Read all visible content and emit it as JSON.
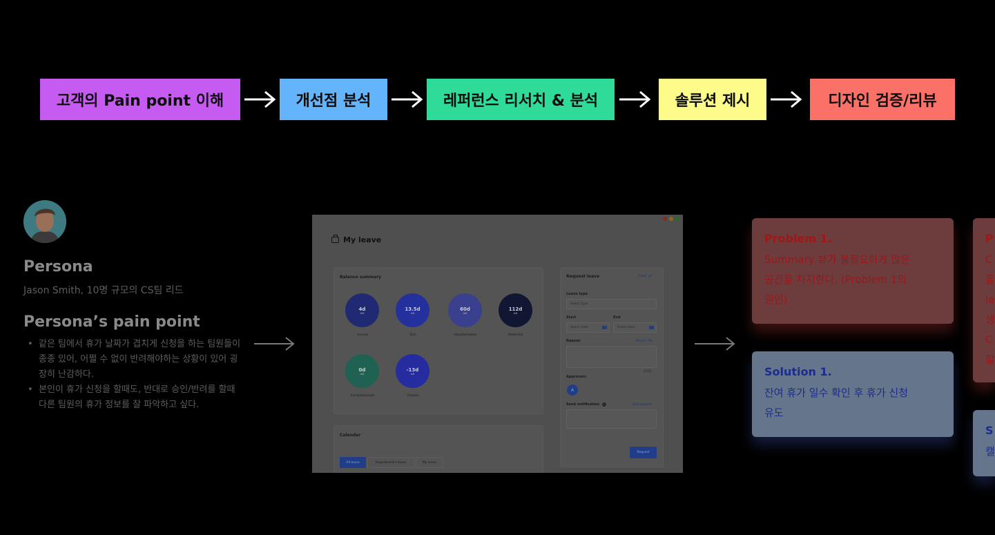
{
  "process": {
    "steps": [
      {
        "label": "고객의 Pain point 이해",
        "color": "#c65bf2"
      },
      {
        "label": "개선점 분석",
        "color": "#63b4fb"
      },
      {
        "label": "레퍼런스 리서치 & 분석",
        "color": "#2edb99"
      },
      {
        "label": "솔루션 제시",
        "color": "#fdfb8a"
      },
      {
        "label": "디자인 검증/리뷰",
        "color": "#fb7167"
      }
    ]
  },
  "persona": {
    "title": "Persona",
    "subtitle": "Jason Smith, 10명 규모의 CS팀 리드",
    "pain_title": "Persona’s pain point",
    "pain_points": [
      "같은 팀에서 휴가 날짜가 겹치게 신청을 하는 팀원들이 종종 있어, 어쩔 수 없이 반려해야하는 상황이 있어 굉장히 난감하다.",
      "본인이 휴가 신청을 할때도, 반대로 승인/반려를 할때 다른 팀원의 휴가 정보를 잘 파악하고 싶다."
    ]
  },
  "app": {
    "title": "My leave",
    "balance_title": "Balance summary",
    "balances": [
      {
        "value": "4d",
        "unit": "left",
        "label": "Annual",
        "color": "#1f2a72"
      },
      {
        "value": "13.5d",
        "unit": "left",
        "label": "Sick",
        "color": "#24309b"
      },
      {
        "value": "60d",
        "unit": "left",
        "label": "Hospitalisation",
        "color": "#3a3f8e"
      },
      {
        "value": "112d",
        "unit": "left",
        "label": "Maternity",
        "color": "#111633"
      },
      {
        "value": "0d",
        "unit": "left",
        "label": "Compassionate",
        "color": "#1f6152"
      },
      {
        "value": "-13d",
        "unit": "left",
        "label": "Unpaid",
        "color": "#242ca0"
      }
    ],
    "request": {
      "title": "Request leave",
      "clear_all": "Clear all",
      "leave_type_label": "Leave type",
      "leave_type_placeholder": "Select type",
      "start_label": "Start",
      "end_label": "End",
      "date_placeholder": "Select date",
      "reason_label": "Reason",
      "attach_file": "Attach file",
      "char_count": "0/500",
      "approvers_label": "Approvers",
      "approver_initial": "A",
      "notification_label": "Send notification",
      "add_people": "Add people",
      "submit": "Request"
    },
    "calendar": {
      "title": "Calendar",
      "tabs": [
        "All leave",
        "Department's leave",
        "My leave"
      ]
    }
  },
  "cards": {
    "problem1": {
      "title": "Problem 1.",
      "lines": [
        "Summary 뷰가 불필요하게 많은",
        "공간을 차지한다. (Problem 1의",
        "원인)"
      ]
    },
    "solution1": {
      "title": "Solution 1.",
      "lines": [
        "잔여 휴가 일수 확인 후 휴가 신청",
        "유도"
      ]
    },
    "problem2_partial": {
      "title": "P",
      "lines": [
        "C",
        "을",
        "le",
        "생",
        "C",
        "할"
      ]
    },
    "solution2_partial": {
      "title": "S",
      "lines": [
        "캘"
      ]
    }
  }
}
